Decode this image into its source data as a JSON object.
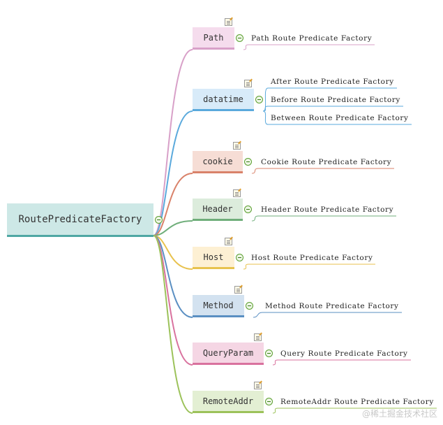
{
  "root": {
    "label": "RoutePredicateFactory"
  },
  "branches": [
    {
      "label": "Path",
      "color": "#d8a0c8",
      "fill": "#f5dced",
      "leaves": [
        "Path Route Predicate Factory"
      ]
    },
    {
      "label": "datatime",
      "color": "#5aa9dc",
      "fill": "#d8ebf9",
      "leaves": [
        "After Route Predicate Factory",
        "Before Route Predicate Factory",
        "Between Route Predicate Factory"
      ]
    },
    {
      "label": "cookie",
      "color": "#d9826a",
      "fill": "#f6ddd5",
      "leaves": [
        "Cookie Route Predicate Factory"
      ]
    },
    {
      "label": "Header",
      "color": "#6fae7a",
      "fill": "#dcecdc",
      "leaves": [
        "Header Route Predicate Factory"
      ]
    },
    {
      "label": "Host",
      "color": "#e8c24e",
      "fill": "#fdf0d3",
      "leaves": [
        "Host Route Predicate Factory"
      ]
    },
    {
      "label": "Method",
      "color": "#5a8fc2",
      "fill": "#d3e2f0",
      "leaves": [
        "Method Route Predicate Factory"
      ]
    },
    {
      "label": "QueryParam",
      "color": "#d9729e",
      "fill": "#f5d6e4",
      "leaves": [
        "Query Route Predicate Factory"
      ]
    },
    {
      "label": "RemoteAddr",
      "color": "#9cc25a",
      "fill": "#e3efd3",
      "leaves": [
        "RemoteAddr Route Predicate Factory"
      ]
    }
  ],
  "watermark": "@稀土掘金技术社区"
}
